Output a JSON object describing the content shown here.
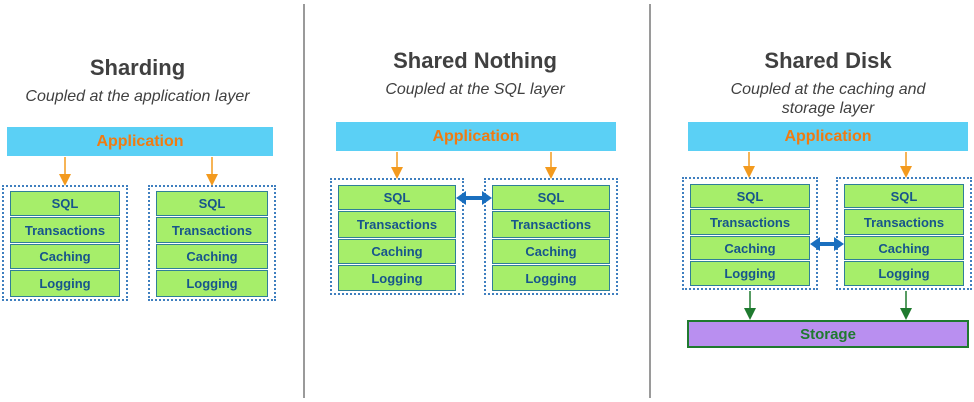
{
  "panels": [
    {
      "title": "Sharding",
      "subtitle": "Coupled at the application layer",
      "application": "Application",
      "layers": [
        "SQL",
        "Transactions",
        "Caching",
        "Logging"
      ]
    },
    {
      "title": "Shared Nothing",
      "subtitle": "Coupled at the SQL layer",
      "application": "Application",
      "layers": [
        "SQL",
        "Transactions",
        "Caching",
        "Logging"
      ]
    },
    {
      "title": "Shared Disk",
      "subtitle_line1": "Coupled at the caching and",
      "subtitle_line2": "storage layer",
      "application": "Application",
      "layers": [
        "SQL",
        "Transactions",
        "Caching",
        "Logging"
      ],
      "storage": "Storage"
    }
  ],
  "colors": {
    "application_bg": "#5bd0f5",
    "application_text": "#f07b12",
    "layer_bg": "#a6ee6a",
    "layer_text": "#17558c",
    "storage_bg": "#b98ff0",
    "storage_border": "#1f7a2f",
    "coupling_arrow": "#1a6fbf"
  }
}
